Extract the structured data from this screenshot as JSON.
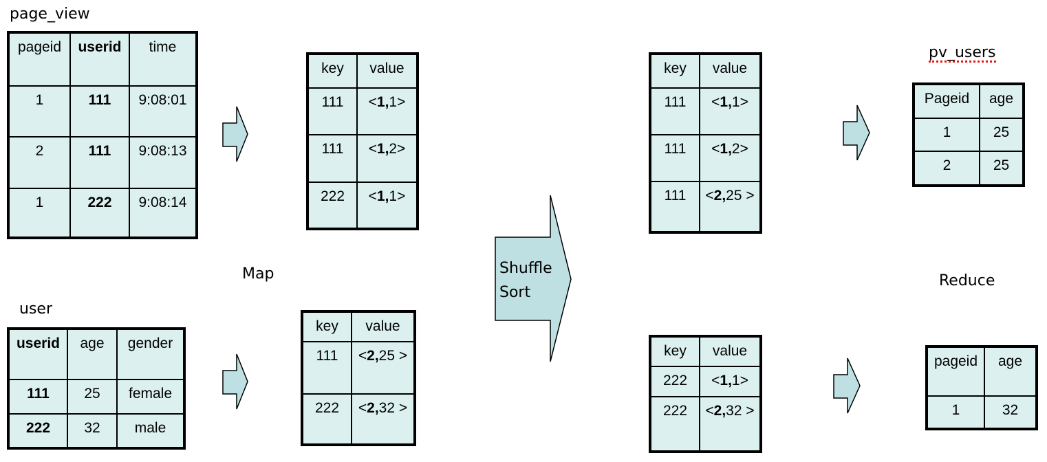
{
  "labels": {
    "page_view": "page_view",
    "user": "user",
    "map": "Map",
    "shuffle_line1": "Shuffle",
    "shuffle_line2": "Sort",
    "pv_users": "pv_users",
    "reduce": "Reduce"
  },
  "page_view": {
    "headers": [
      "pageid",
      "userid",
      "time"
    ],
    "rows": [
      [
        "1",
        "111",
        "9:08:01"
      ],
      [
        "2",
        "111",
        "9:08:13"
      ],
      [
        "1",
        "222",
        "9:08:14"
      ]
    ]
  },
  "user": {
    "headers": [
      "userid",
      "age",
      "gender"
    ],
    "rows": [
      [
        "111",
        "25",
        "female"
      ],
      [
        "222",
        "32",
        "male"
      ]
    ]
  },
  "map_pv": {
    "headers": [
      "key",
      "value"
    ],
    "rows": [
      {
        "key": "111",
        "open": "<",
        "bold": "1,",
        "rest": "1>"
      },
      {
        "key": "111",
        "open": "<",
        "bold": "1,",
        "rest": "2>"
      },
      {
        "key": "222",
        "open": "<",
        "bold": "1,",
        "rest": "1>"
      }
    ]
  },
  "map_user": {
    "headers": [
      "key",
      "value"
    ],
    "rows": [
      {
        "key": "111",
        "open": "<",
        "bold": "2,",
        "rest": "25 >"
      },
      {
        "key": "222",
        "open": "<",
        "bold": "2,",
        "rest": "32 >"
      }
    ]
  },
  "shuffle_111": {
    "headers": [
      "key",
      "value"
    ],
    "rows": [
      {
        "key": "111",
        "open": "<",
        "bold": "1,",
        "rest": "1>"
      },
      {
        "key": "111",
        "open": "<",
        "bold": "1,",
        "rest": "2>"
      },
      {
        "key": "111",
        "open": "<",
        "bold": "2,",
        "rest": "25 >"
      }
    ]
  },
  "shuffle_222": {
    "headers": [
      "key",
      "value"
    ],
    "rows": [
      {
        "key": "222",
        "open": "<",
        "bold": "1,",
        "rest": "1>"
      },
      {
        "key": "222",
        "open": "<",
        "bold": "2,",
        "rest": "32 >"
      }
    ]
  },
  "reduce_1": {
    "headers": [
      "Pageid",
      "age"
    ],
    "rows": [
      [
        "1",
        "25"
      ],
      [
        "2",
        "25"
      ]
    ]
  },
  "reduce_2": {
    "headers": [
      "pageid",
      "age"
    ],
    "rows": [
      [
        "1",
        "32"
      ]
    ]
  },
  "colors": {
    "table_fill": "#dcf0f0",
    "arrow_fill": "#bfe0e2",
    "border": "#000000"
  }
}
